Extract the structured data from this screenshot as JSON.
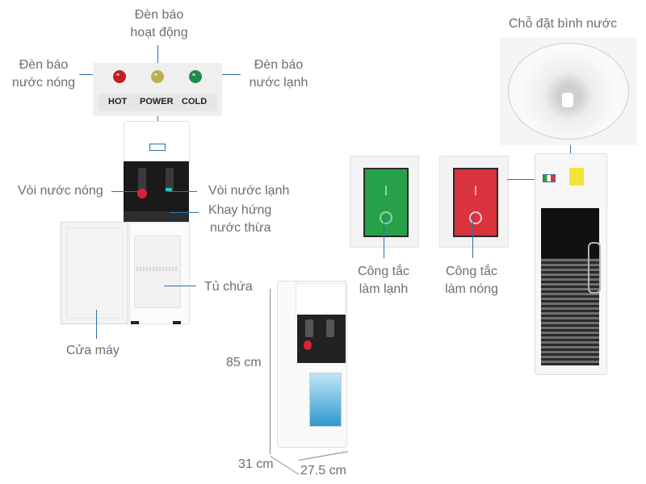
{
  "title": "Water dispenser parts diagram",
  "labels": {
    "power_led": "Đèn báo\nhoạt động",
    "power_led_l1": "Đèn báo",
    "power_led_l2": "hoạt động",
    "hot_led_l1": "Đèn báo",
    "hot_led_l2": "nước nóng",
    "cold_led_l1": "Đèn báo",
    "cold_led_l2": "nước lạnh",
    "hot_tap": "Vòi nước nóng",
    "cold_tap": "Vòi nước  lạnh",
    "drip_tray_l1": "Khay hứng",
    "drip_tray_l2": "nước thừa",
    "cabinet": "Tủ chứa",
    "door": "Cửa máy",
    "bottle_holder": "Chỗ đặt bình nước",
    "cool_switch_l1": "Công tắc",
    "cool_switch_l2": "làm lạnh",
    "heat_switch_l1": "Công tắc",
    "heat_switch_l2": "làm nóng"
  },
  "panel": {
    "hot": "HOT",
    "power": "POWER",
    "cold": "COLD",
    "led_colors": {
      "hot": "#c0201e",
      "power": "#b8b04a",
      "cold": "#1f8a4a"
    }
  },
  "switches": {
    "cool_color": "#27a04a",
    "heat_color": "#d9333e",
    "on_mark": "I",
    "off_mark": "O"
  },
  "dimensions": {
    "height": "85 cm",
    "depth": "31 cm",
    "width": "27.5 cm"
  },
  "accent_color": "#2f6fa8"
}
